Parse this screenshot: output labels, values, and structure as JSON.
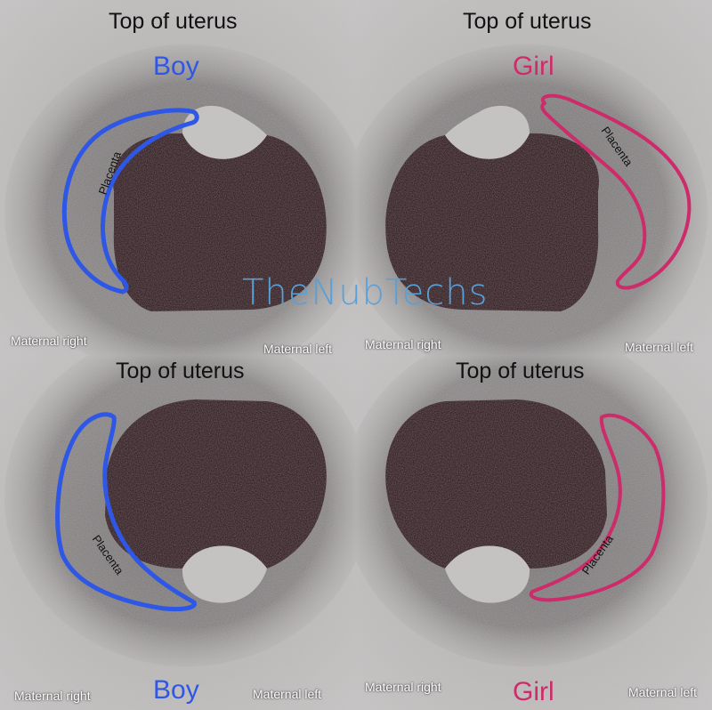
{
  "colors": {
    "boy": "#2f57e6",
    "girl": "#cc2c6a"
  },
  "panels": {
    "top_left": {
      "top_label": "Top of uterus",
      "sex": "Boy",
      "placenta": "Placenta",
      "maternal_right": "Maternal right",
      "maternal_left": ""
    },
    "top_right": {
      "top_label": "Top of uterus",
      "sex": "Girl",
      "placenta": "Placenta",
      "maternal_right": "Maternal right",
      "maternal_left": "Maternal left"
    },
    "bottom_left": {
      "top_label": "Top of uterus",
      "sex": "Boy",
      "placenta": "Placenta",
      "maternal_right": "Maternal right",
      "maternal_left": "Maternal left"
    },
    "bottom_right": {
      "top_label": "Top of uterus",
      "sex": "Girl",
      "placenta": "Placenta",
      "maternal_right": "Maternal right",
      "maternal_left": "Maternal left"
    }
  },
  "shared_label": "Maternal left",
  "watermark": "TheNubTechs"
}
